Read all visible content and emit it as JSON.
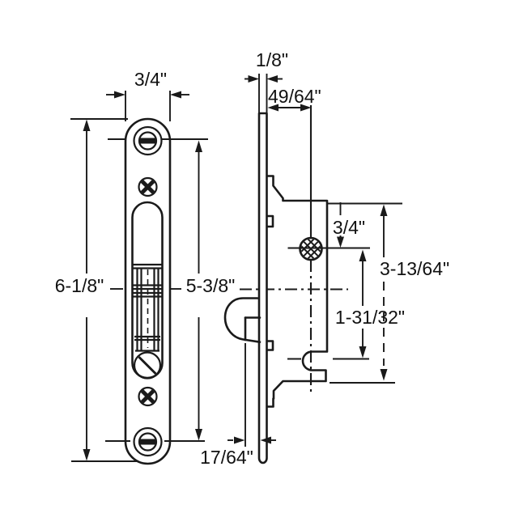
{
  "diagram": {
    "front_view": {
      "dim_width": "3/4\"",
      "dim_height": "6-1/8\"",
      "dim_screw_spacing": "5-3/8\""
    },
    "side_view": {
      "dim_plate_thickness": "1/8\"",
      "dim_face_to_screw": "49/64\"",
      "dim_step_to_screw": "3/4\"",
      "dim_step_to_step": "3-13/64\"",
      "dim_screw_to_notch": "1-31/32\"",
      "dim_hook_projection": "17/64\""
    },
    "colors": {
      "line": "#1a1a1a",
      "background": "#ffffff"
    }
  }
}
